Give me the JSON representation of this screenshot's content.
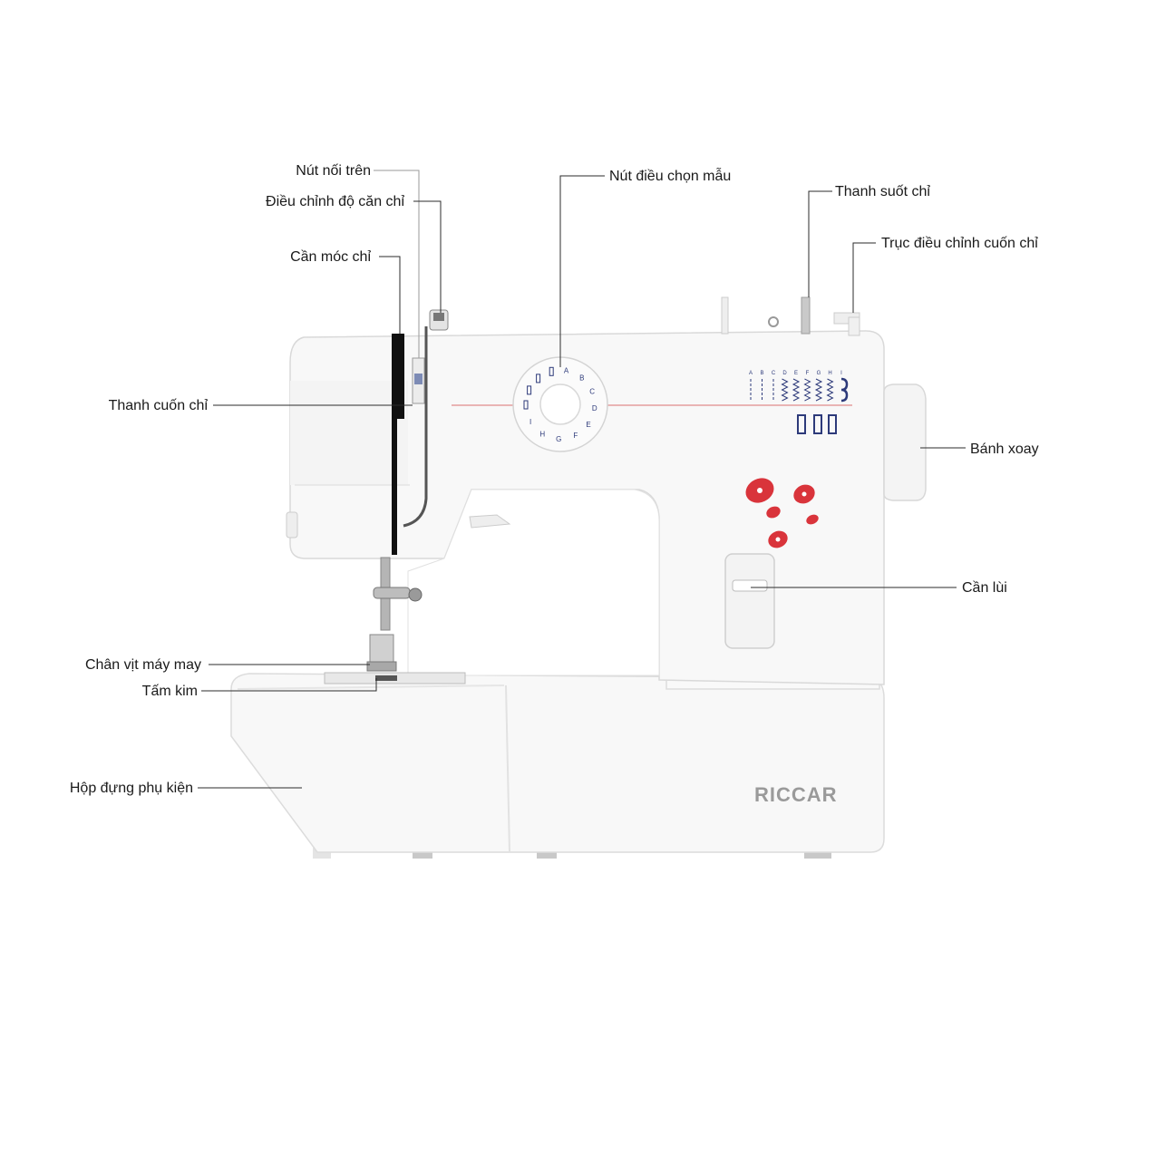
{
  "brand": {
    "logo_text": "RICCAR"
  },
  "labels": {
    "upper_connector": "Nút nối trên",
    "tension_adjust": "Điều chỉnh độ căn chỉ",
    "thread_hook_lever": "Cần móc chỉ",
    "thread_winding_bar": "Thanh cuốn chỉ",
    "presser_foot": "Chân vịt máy may",
    "needle_plate": "Tấm kim",
    "accessory_box": "Hộp đựng phụ kiện",
    "pattern_dial": "Nút điều chọn mẫu",
    "spool_pin": "Thanh suốt chỉ",
    "bobbin_winder": "Trục điều chỉnh cuốn chỉ",
    "handwheel": "Bánh xoay",
    "reverse_lever": "Cần lùi"
  },
  "dial": {
    "letters": [
      "A",
      "B",
      "C",
      "D",
      "E",
      "F",
      "G",
      "H",
      "I"
    ]
  },
  "stitch_chart": {
    "letters": [
      "A",
      "B",
      "C",
      "D",
      "E",
      "F",
      "G",
      "H",
      "I"
    ]
  },
  "colors": {
    "accent_red": "#d9343b",
    "body_white": "#f7f7f7",
    "outline": "#d8d8d8",
    "navy": "#2d3a7a"
  }
}
